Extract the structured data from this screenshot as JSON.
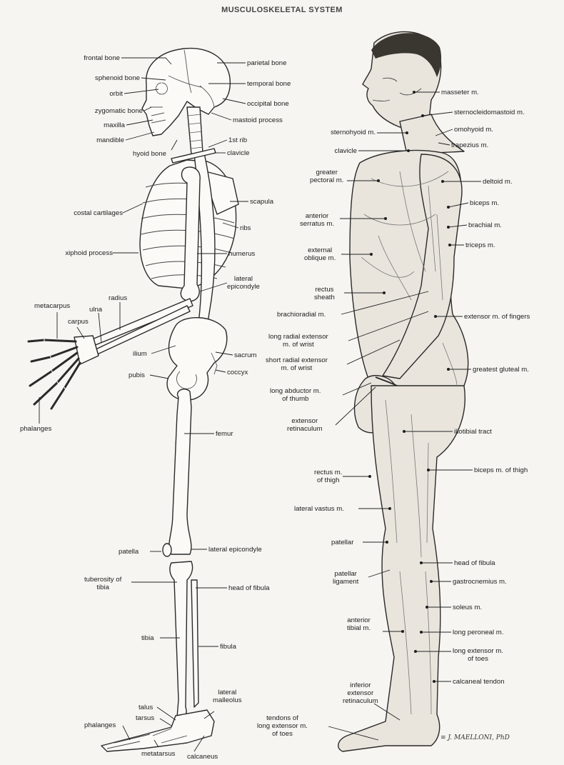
{
  "title": "MUSCULOSKELETAL SYSTEM",
  "signature": "≡ J. MAELLONI, PhD",
  "skeleton_labels": {
    "frontal_bone": "frontal bone",
    "sphenoid_bone": "sphenoid bone",
    "orbit": "orbit",
    "zygomatic_bone": "zygomatic bone",
    "maxilla": "maxilla",
    "mandible": "mandible",
    "hyoid_bone": "hyoid bone",
    "parietal_bone": "parietal bone",
    "temporal_bone": "temporal bone",
    "occipital_bone": "occipital bone",
    "mastoid_process": "mastoid process",
    "first_rib": "1st rib",
    "clavicle": "clavicle",
    "scapula": "scapula",
    "costal_cartilages": "costal cartilages",
    "ribs": "ribs",
    "xiphoid_process": "xiphoid process",
    "humerus": "humerus",
    "lateral_epicondyle_humerus": "lateral\nepicondyle",
    "metacarpus": "metacarpus",
    "radius": "radius",
    "ulna": "ulna",
    "carpus": "carpus",
    "ilium": "ilium",
    "sacrum": "sacrum",
    "pubis": "pubis",
    "coccyx": "coccyx",
    "phalanges_hand": "phalanges",
    "femur": "femur",
    "patella": "patella",
    "lateral_epicondyle_femur": "lateral epicondyle",
    "tuberosity_of_tibia": "tuberosity of\ntibia",
    "head_of_fibula": "head of fibula",
    "tibia": "tibia",
    "fibula": "fibula",
    "talus": "talus",
    "tarsus": "tarsus",
    "phalanges_foot": "phalanges",
    "lateral_malleolus": "lateral\nmalleolus",
    "metatarsus": "metatarsus",
    "calcaneus": "calcaneus"
  },
  "muscle_labels": {
    "masseter": "masseter m.",
    "sternocleidomastoid": "sternocleidomastoid m.",
    "sternohyoid": "sternohyoid m.",
    "omohyoid": "omohyoid m.",
    "clavicle": "clavicle",
    "trapezius": "trapezius m.",
    "greater_pectoral": "greater\npectoral m.",
    "deltoid": "deltoid m.",
    "anterior_serratus": "anterior\nserratus m.",
    "biceps": "biceps m.",
    "brachial": "brachial m.",
    "external_oblique": "external\noblique m.",
    "triceps": "triceps m.",
    "rectus_sheath": "rectus\nsheath",
    "brachioradial": "brachioradial m.",
    "extensor_fingers": "extensor m. of fingers",
    "long_radial_extensor": "long radial extensor\nm. of wrist",
    "short_radial_extensor": "short radial extensor\nm. of wrist",
    "greatest_gluteal": "greatest gluteal m.",
    "long_abductor_thumb": "long abductor m.\nof thumb",
    "extensor_retinaculum": "extensor\nretinaculum",
    "iliotibial_tract": "iliotibial tract",
    "rectus_thigh": "rectus m.\nof thigh",
    "biceps_thigh": "biceps m. of thigh",
    "lateral_vastus": "lateral vastus m.",
    "patellar": "patellar",
    "head_of_fibula": "head of fibula",
    "patellar_ligament": "patellar\nligament",
    "gastrocnemius": "gastrocnemius m.",
    "soleus": "soleus m.",
    "anterior_tibial": "anterior\ntibial m.",
    "long_peroneal": "long peroneal m.",
    "long_extensor_toes": "long extensor m.\nof toes",
    "calcaneal_tendon": "calcaneal tendon",
    "inferior_extensor_retinaculum": "inferior\nextensor\nretinaculum",
    "tendons_long_extensor_toes": "tendons of\nlong extensor m.\nof toes"
  }
}
